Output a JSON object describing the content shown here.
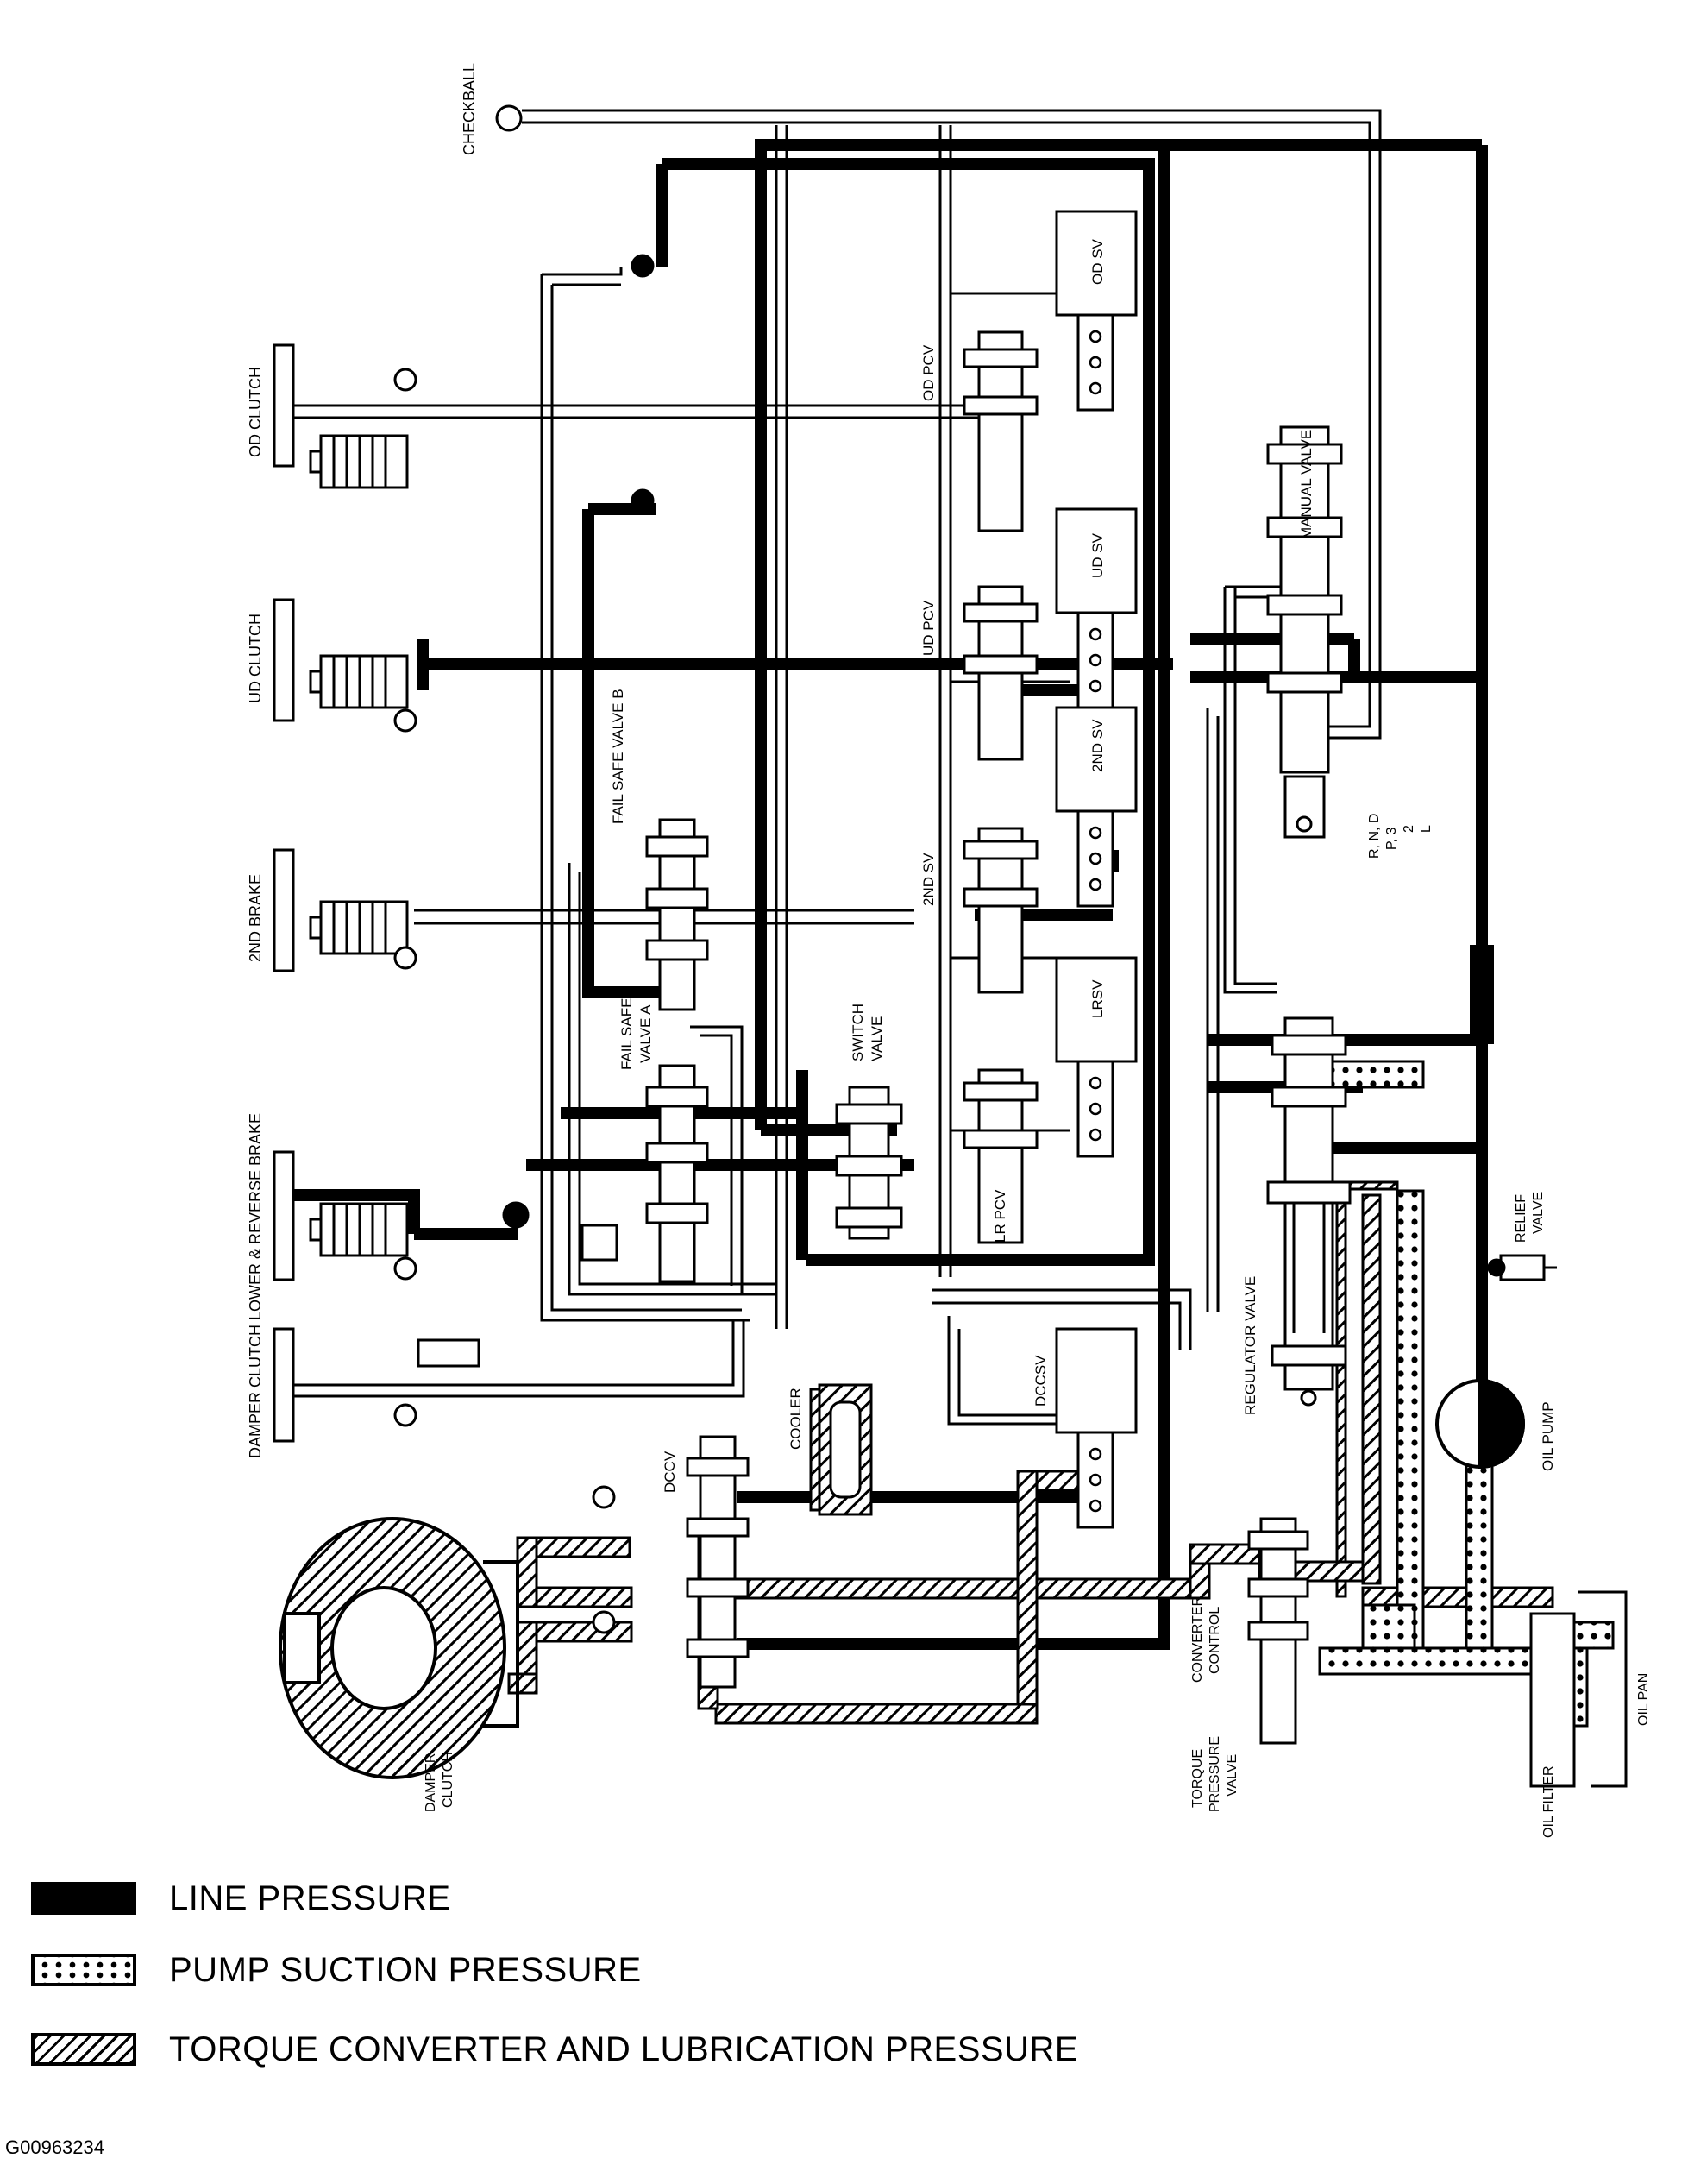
{
  "labels": {
    "checkball": "CHECKBALL",
    "od_clutch": "OD CLUTCH",
    "ud_clutch": "UD CLUTCH",
    "second_brake": "2ND BRAKE",
    "lr_brake": "LOWER & REVERSE BRAKE",
    "damper_clutch_left": "DAMPER CLUTCH",
    "od_sv": "OD SV",
    "od_pcv": "OD PCV",
    "ud_sv": "UD SV",
    "ud_pcv": "UD PCV",
    "second_sv_box": "2ND SV",
    "second_sv_side": "2ND SV",
    "lrsv": "LRSV",
    "lr_pcv": "LR PCV",
    "switch_valve_1": "SWITCH",
    "switch_valve_2": "VALVE",
    "fail_safe_b": "FAIL SAFE VALVE B",
    "fail_safe_a_1": "FAIL SAFE",
    "fail_safe_a_2": "VALVE A",
    "manual_valve": "MANUAL VALVE",
    "range_1": "R, N, D",
    "range_2": "P, 3",
    "range_3": "2",
    "range_4": "L",
    "regulator_valve": "REGULATOR VALVE",
    "relief_1": "RELIEF",
    "relief_2": "VALVE",
    "oil_pump": "OIL PUMP",
    "dccsv": "DCCSV",
    "cooler": "COOLER",
    "dccv": "DCCV",
    "damper_clutch_1": "DAMPER",
    "damper_clutch_2": "CLUTCH",
    "converter_1": "CONVERTER",
    "converter_2": "CONTROL",
    "torque_1": "TORQUE",
    "torque_2": "PRESSURE",
    "torque_3": "VALVE",
    "oil_filter": "OIL FILTER",
    "oil_pan": "OIL PAN"
  },
  "legend": {
    "line": "LINE PRESSURE",
    "suction": "PUMP SUCTION PRESSURE",
    "torque": "TORQUE CONVERTER AND LUBRICATION PRESSURE"
  },
  "figure_id": "G00963234",
  "colors": {
    "ink": "#000000",
    "paper": "#ffffff"
  }
}
